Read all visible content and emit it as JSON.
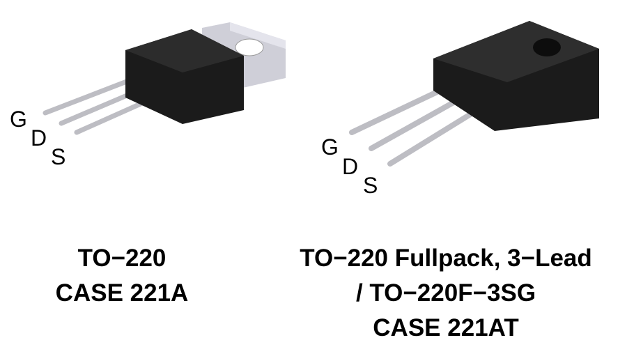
{
  "packages": [
    {
      "pins": [
        "G",
        "D",
        "S"
      ],
      "caption": [
        "TO−220",
        "CASE 221A"
      ]
    },
    {
      "pins": [
        "G",
        "D",
        "S"
      ],
      "caption": [
        "TO−220 Fullpack, 3−Lead",
        "/ TO−220F−3SG",
        "CASE 221AT"
      ]
    }
  ],
  "colors": {
    "body": "#1e1e1e",
    "tab": "#c8c8d0",
    "lead": "#c4c4c8"
  }
}
